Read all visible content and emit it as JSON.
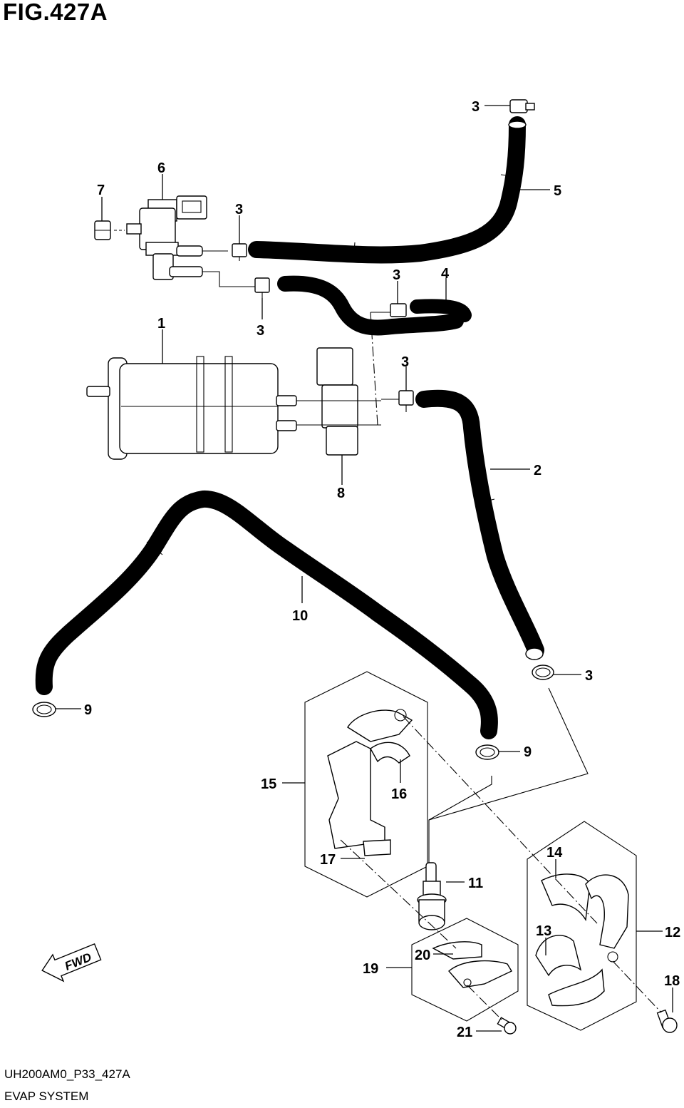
{
  "figure": {
    "title": "FIG.427A",
    "code": "UH200AM0_P33_427A",
    "subtitle": "EVAP SYSTEM",
    "fwd_label": "FWD"
  },
  "callouts": [
    {
      "name": "callout-3-top",
      "label": "3"
    },
    {
      "name": "callout-5",
      "label": "5"
    },
    {
      "name": "callout-6",
      "label": "6"
    },
    {
      "name": "callout-7",
      "label": "7"
    },
    {
      "name": "callout-3-valve",
      "label": "3"
    },
    {
      "name": "callout-3-lower-valve",
      "label": "3"
    },
    {
      "name": "callout-3-hose4",
      "label": "3"
    },
    {
      "name": "callout-4",
      "label": "4"
    },
    {
      "name": "callout-1",
      "label": "1"
    },
    {
      "name": "callout-3-canister",
      "label": "3"
    },
    {
      "name": "callout-2",
      "label": "2"
    },
    {
      "name": "callout-8",
      "label": "8"
    },
    {
      "name": "callout-10",
      "label": "10"
    },
    {
      "name": "callout-3-lower",
      "label": "3"
    },
    {
      "name": "callout-9-left",
      "label": "9"
    },
    {
      "name": "callout-9-right",
      "label": "9"
    },
    {
      "name": "callout-15",
      "label": "15"
    },
    {
      "name": "callout-16",
      "label": "16"
    },
    {
      "name": "callout-17",
      "label": "17"
    },
    {
      "name": "callout-11",
      "label": "11"
    },
    {
      "name": "callout-14",
      "label": "14"
    },
    {
      "name": "callout-12",
      "label": "12"
    },
    {
      "name": "callout-13",
      "label": "13"
    },
    {
      "name": "callout-19",
      "label": "19"
    },
    {
      "name": "callout-20",
      "label": "20"
    },
    {
      "name": "callout-18",
      "label": "18"
    },
    {
      "name": "callout-21",
      "label": "21"
    }
  ]
}
